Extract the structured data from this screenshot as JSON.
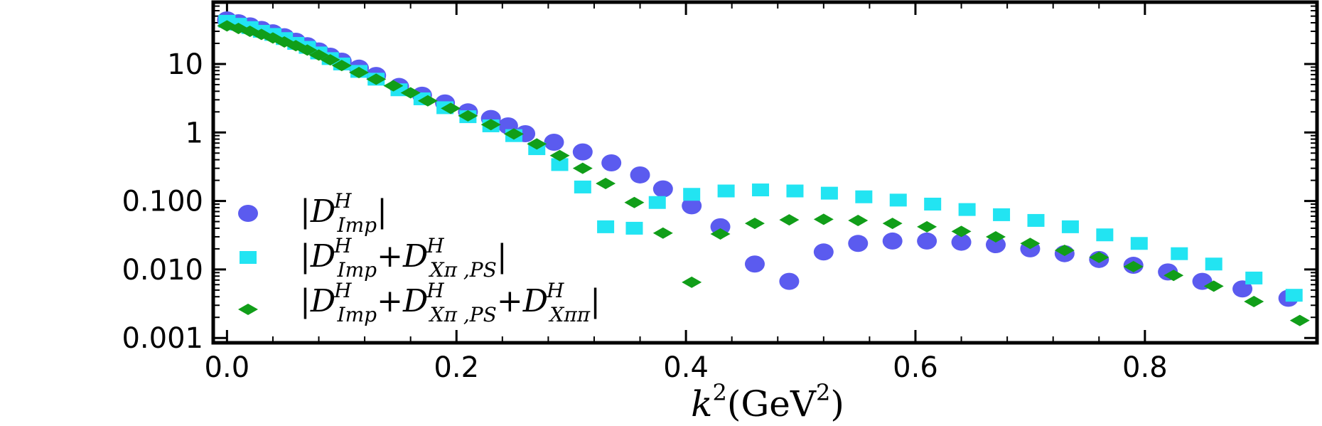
{
  "chart_data": {
    "type": "scatter",
    "xlabel_base": "k",
    "xlabel_sup": "2",
    "xlabel_unit_open": "(GeV",
    "xlabel_unit_sup": "2",
    "xlabel_unit_close": ")",
    "ylabel": "",
    "y_scale": "log",
    "xlim": [
      -0.012,
      0.95
    ],
    "ylim": [
      0.00085,
      80
    ],
    "x_ticks": [
      {
        "value": 0.0,
        "label": "0.0"
      },
      {
        "value": 0.2,
        "label": "0.2"
      },
      {
        "value": 0.4,
        "label": "0.4"
      },
      {
        "value": 0.6,
        "label": "0.6"
      },
      {
        "value": 0.8,
        "label": "0.8"
      }
    ],
    "y_ticks": [
      {
        "value": 10,
        "label": "10"
      },
      {
        "value": 1,
        "label": "1"
      },
      {
        "value": 0.1,
        "label": "0.100"
      },
      {
        "value": 0.01,
        "label": "0.010"
      },
      {
        "value": 0.001,
        "label": "0.001"
      }
    ],
    "grid": false,
    "legend_position": "center-left",
    "series": [
      {
        "key": "imp",
        "color": "#5b5bef",
        "marker": "circle",
        "legend": {
          "open": "|",
          "D": "D",
          "sup": "H",
          "sub": "Imp",
          "close": "|"
        },
        "points": [
          [
            0.0,
            44
          ],
          [
            0.01,
            40
          ],
          [
            0.02,
            36
          ],
          [
            0.03,
            32
          ],
          [
            0.04,
            28.5
          ],
          [
            0.05,
            25
          ],
          [
            0.06,
            21.5
          ],
          [
            0.07,
            18.5
          ],
          [
            0.08,
            15.5
          ],
          [
            0.09,
            13
          ],
          [
            0.1,
            11
          ],
          [
            0.115,
            8.7
          ],
          [
            0.13,
            6.8
          ],
          [
            0.15,
            4.7
          ],
          [
            0.17,
            3.5
          ],
          [
            0.19,
            2.7
          ],
          [
            0.21,
            2.0
          ],
          [
            0.23,
            1.6
          ],
          [
            0.245,
            1.25
          ],
          [
            0.26,
            0.96
          ],
          [
            0.285,
            0.72
          ],
          [
            0.31,
            0.52
          ],
          [
            0.335,
            0.36
          ],
          [
            0.36,
            0.24
          ],
          [
            0.38,
            0.15
          ],
          [
            0.405,
            0.085
          ],
          [
            0.43,
            0.042
          ],
          [
            0.46,
            0.012
          ],
          [
            0.49,
            0.0067
          ],
          [
            0.52,
            0.018
          ],
          [
            0.55,
            0.024
          ],
          [
            0.58,
            0.026
          ],
          [
            0.61,
            0.026
          ],
          [
            0.64,
            0.025
          ],
          [
            0.67,
            0.023
          ],
          [
            0.7,
            0.02
          ],
          [
            0.73,
            0.017
          ],
          [
            0.76,
            0.014
          ],
          [
            0.79,
            0.0115
          ],
          [
            0.82,
            0.0092
          ],
          [
            0.85,
            0.0067
          ],
          [
            0.885,
            0.0052
          ],
          [
            0.925,
            0.0038
          ]
        ]
      },
      {
        "key": "imp_ps",
        "color": "#22e4f2",
        "marker": "square",
        "legend": {
          "open": "|",
          "D1": "D",
          "sup1": "H",
          "sub1": "Imp",
          "plus": "+",
          "D2": "D",
          "sup2": "H",
          "sub2": "Xπ ,PS",
          "close": "|"
        },
        "points": [
          [
            0.0,
            42
          ],
          [
            0.01,
            38
          ],
          [
            0.02,
            34
          ],
          [
            0.03,
            30
          ],
          [
            0.04,
            27
          ],
          [
            0.05,
            23.5
          ],
          [
            0.06,
            20
          ],
          [
            0.07,
            17.5
          ],
          [
            0.08,
            14.5
          ],
          [
            0.09,
            12
          ],
          [
            0.1,
            10
          ],
          [
            0.115,
            7.8
          ],
          [
            0.13,
            6.0
          ],
          [
            0.15,
            4.2
          ],
          [
            0.17,
            3.1
          ],
          [
            0.19,
            2.3
          ],
          [
            0.21,
            1.7
          ],
          [
            0.23,
            1.25
          ],
          [
            0.25,
            0.9
          ],
          [
            0.27,
            0.58
          ],
          [
            0.29,
            0.34
          ],
          [
            0.31,
            0.16
          ],
          [
            0.33,
            0.042
          ],
          [
            0.355,
            0.04
          ],
          [
            0.375,
            0.095
          ],
          [
            0.405,
            0.125
          ],
          [
            0.435,
            0.14
          ],
          [
            0.465,
            0.145
          ],
          [
            0.495,
            0.14
          ],
          [
            0.525,
            0.13
          ],
          [
            0.555,
            0.115
          ],
          [
            0.585,
            0.103
          ],
          [
            0.615,
            0.09
          ],
          [
            0.645,
            0.075
          ],
          [
            0.675,
            0.063
          ],
          [
            0.705,
            0.052
          ],
          [
            0.735,
            0.042
          ],
          [
            0.765,
            0.032
          ],
          [
            0.795,
            0.024
          ],
          [
            0.83,
            0.017
          ],
          [
            0.86,
            0.012
          ],
          [
            0.895,
            0.0075
          ],
          [
            0.93,
            0.0042
          ]
        ]
      },
      {
        "key": "imp_ps_pipi",
        "color": "#119e19",
        "marker": "diamond",
        "legend": {
          "open": "|",
          "D1": "D",
          "sup1": "H",
          "sub1": "Imp",
          "plus1": "+",
          "D2": "D",
          "sup2": "H",
          "sub2": "Xπ ,PS",
          "plus2": "+",
          "D3": "D",
          "sup3": "H",
          "sub3": "Xππ",
          "close": "|"
        },
        "points": [
          [
            0.0,
            36
          ],
          [
            0.01,
            33
          ],
          [
            0.02,
            30
          ],
          [
            0.03,
            27
          ],
          [
            0.04,
            24
          ],
          [
            0.05,
            21
          ],
          [
            0.06,
            18.5
          ],
          [
            0.07,
            16
          ],
          [
            0.08,
            13.5
          ],
          [
            0.09,
            11.5
          ],
          [
            0.1,
            9.5
          ],
          [
            0.115,
            7.5
          ],
          [
            0.13,
            6.0
          ],
          [
            0.145,
            4.8
          ],
          [
            0.16,
            3.8
          ],
          [
            0.175,
            2.9
          ],
          [
            0.195,
            2.25
          ],
          [
            0.21,
            1.75
          ],
          [
            0.23,
            1.3
          ],
          [
            0.25,
            0.95
          ],
          [
            0.27,
            0.68
          ],
          [
            0.29,
            0.46
          ],
          [
            0.31,
            0.3
          ],
          [
            0.33,
            0.18
          ],
          [
            0.355,
            0.095
          ],
          [
            0.38,
            0.034
          ],
          [
            0.405,
            0.0065
          ],
          [
            0.43,
            0.033
          ],
          [
            0.46,
            0.047
          ],
          [
            0.49,
            0.053
          ],
          [
            0.52,
            0.054
          ],
          [
            0.55,
            0.052
          ],
          [
            0.58,
            0.047
          ],
          [
            0.61,
            0.042
          ],
          [
            0.64,
            0.036
          ],
          [
            0.67,
            0.03
          ],
          [
            0.7,
            0.024
          ],
          [
            0.73,
            0.019
          ],
          [
            0.76,
            0.015
          ],
          [
            0.79,
            0.011
          ],
          [
            0.825,
            0.0082
          ],
          [
            0.86,
            0.0057
          ],
          [
            0.895,
            0.0034
          ],
          [
            0.935,
            0.0018
          ]
        ]
      }
    ]
  }
}
